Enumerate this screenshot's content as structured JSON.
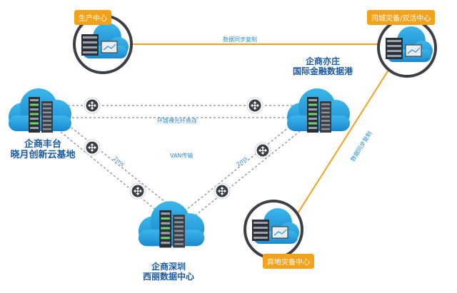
{
  "nodes": {
    "production": {
      "tag": "生产中心"
    },
    "same_city": {
      "tag": "同城灾备/双活中心"
    },
    "yizhuang": {
      "line1": "企商亦庄",
      "line2": "国际金融数据港"
    },
    "fengtai": {
      "line1": "企商丰台",
      "line2": "晓月创新云基地"
    },
    "shenzhen": {
      "line1": "企商深圳",
      "line2": "西丽数据中心"
    },
    "remote": {
      "tag": "异地灾备中心"
    }
  },
  "edges": {
    "sync_top": "数据同步复制",
    "ring_fiber": "环路裸光纤直连",
    "van": "VAN传输",
    "ms_left": "2ms",
    "ms_right": "2ms",
    "sync_diag": "数据同步复制"
  },
  "colors": {
    "cloud": "#29a7e1",
    "cloud_dark": "#1683c9",
    "sync_line": "#f4a11d",
    "dash_line": "#8a8a8a",
    "tag_bg": "#f2a21b",
    "node_text": "#1a5aa0",
    "edge_text": "#2a8fd0"
  }
}
